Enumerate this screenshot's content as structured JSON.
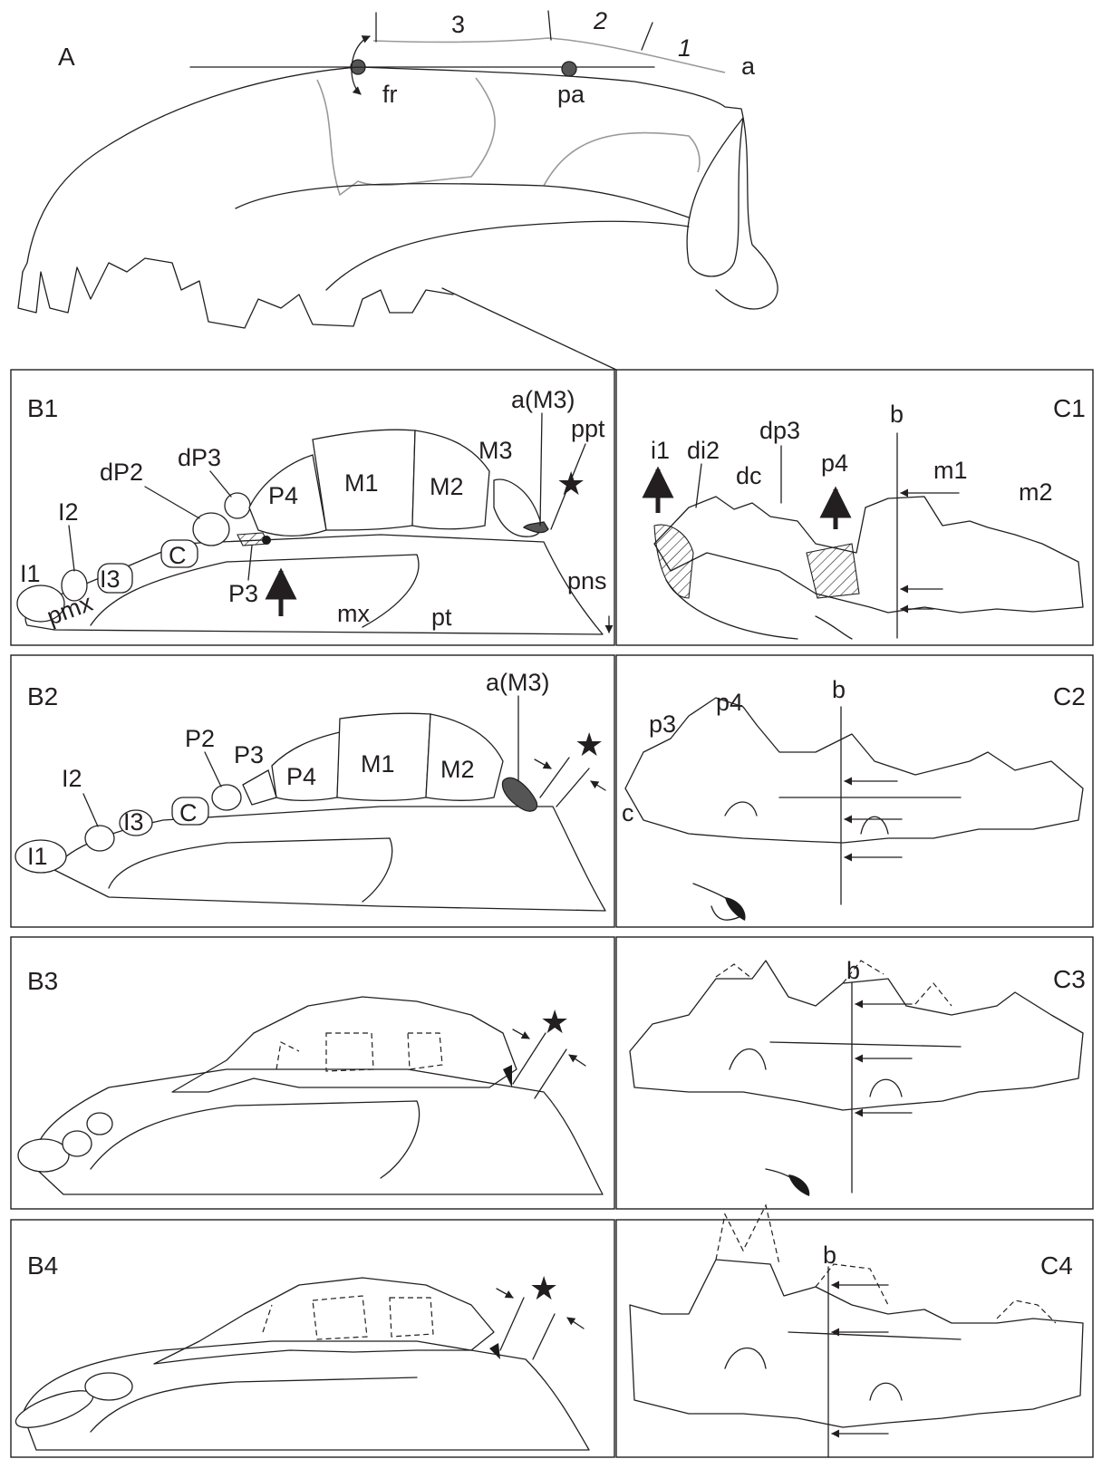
{
  "panel_a": {
    "panel_label": "A",
    "segments": [
      "3",
      "2",
      "1"
    ],
    "line_label": "a",
    "landmarks": [
      "fr",
      "pa"
    ]
  },
  "panel_b1": {
    "panel_label": "B1",
    "teeth": [
      "I1",
      "I2",
      "I3",
      "C",
      "dP2",
      "dP3",
      "P3",
      "P4",
      "M1",
      "M2",
      "M3"
    ],
    "alveolus": "a(M3)",
    "bones": [
      "pmx",
      "mx",
      "pt",
      "ppt",
      "pns"
    ]
  },
  "panel_b2": {
    "panel_label": "B2",
    "teeth": [
      "I1",
      "I2",
      "I3",
      "C",
      "P2",
      "P3",
      "P4",
      "M1",
      "M2"
    ],
    "alveolus": "a(M3)"
  },
  "panel_b3": {
    "panel_label": "B3"
  },
  "panel_b4": {
    "panel_label": "B4"
  },
  "panel_c1": {
    "panel_label": "C1",
    "teeth": [
      "i1",
      "di2",
      "dc",
      "dp3",
      "p4",
      "m1",
      "m2"
    ],
    "line_label": "b"
  },
  "panel_c2": {
    "panel_label": "C2",
    "teeth": [
      "p3",
      "p4",
      "c"
    ],
    "line_label": "b"
  },
  "panel_c3": {
    "panel_label": "C3",
    "line_label": "b"
  },
  "panel_c4": {
    "panel_label": "C4",
    "line_label": "b"
  },
  "symbols": {
    "star": "★"
  }
}
